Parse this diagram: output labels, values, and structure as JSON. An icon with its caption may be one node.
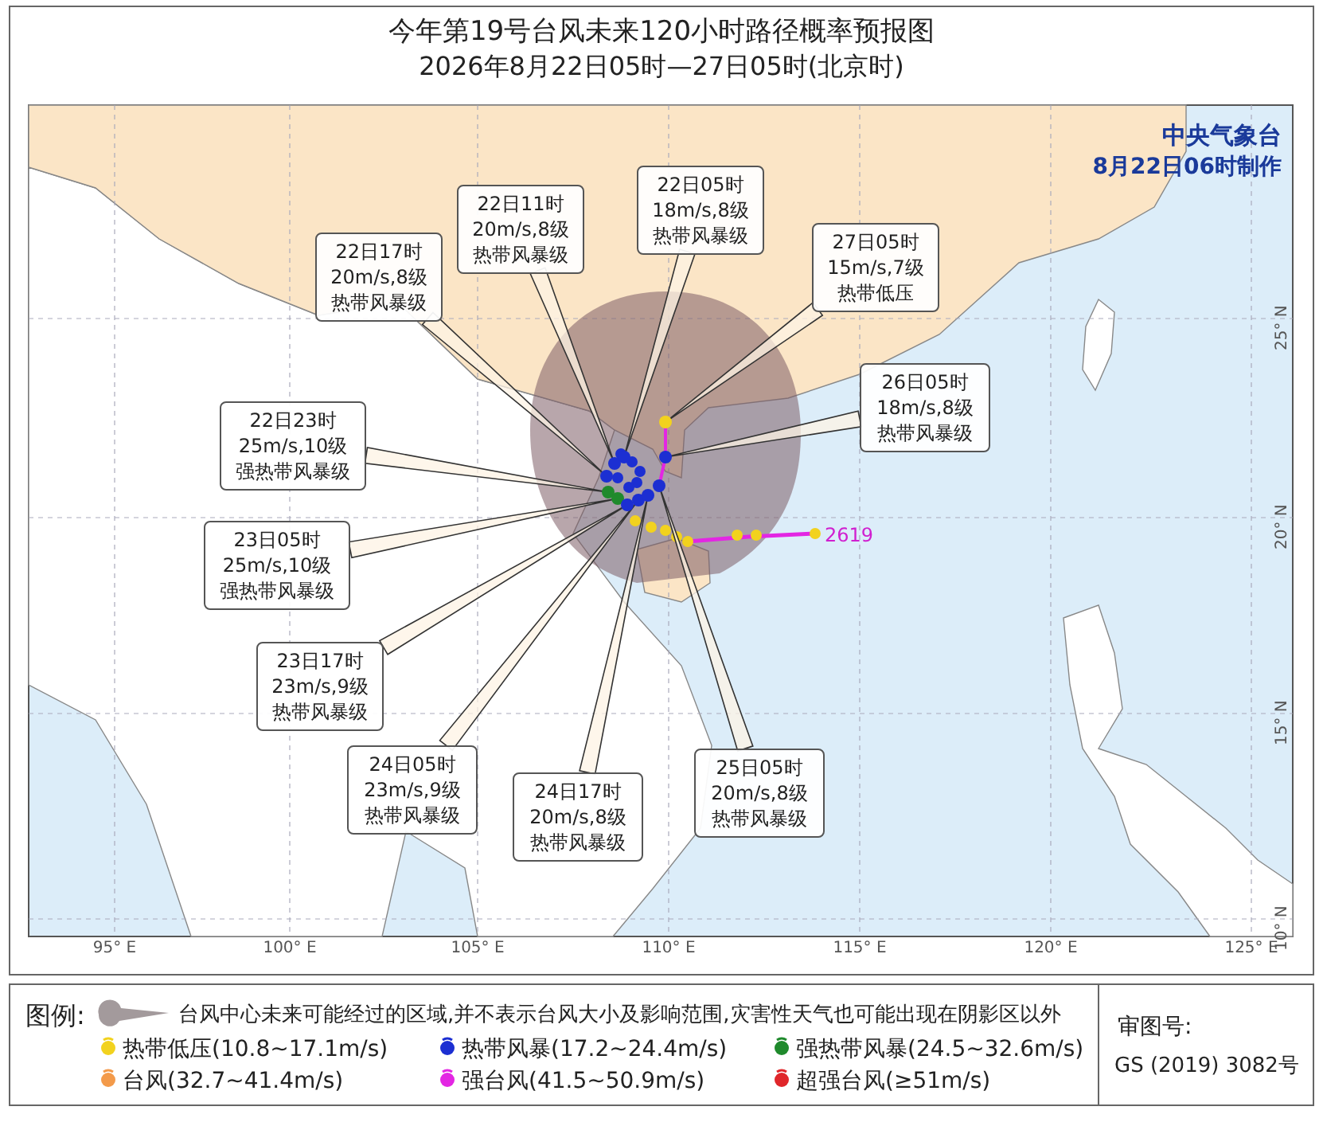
{
  "diagram": {
    "title": "今年第19号台风未来120小时路径概率预报图",
    "nodes": [
      {
        "text": [
          "22日05时",
          "18m/s,8级",
          "热带风暴级"
        ]
      },
      {
        "text": [
          "22日11时",
          "20m/s,8级",
          "热带风暴级"
        ]
      },
      {
        "text": [
          "22日17时",
          "20m/s,8级",
          "热带风暴级"
        ]
      },
      {
        "text": [
          "22日23时",
          "25m/s,10级",
          "强热带风暴级"
        ]
      },
      {
        "text": [
          "23日05时",
          "25m/s,10级",
          "强热带风暴级"
        ]
      },
      {
        "text": [
          "23日17时",
          "23m/s,9级",
          "热带风暴级"
        ]
      },
      {
        "text": [
          "24日05时",
          "23m/s,9级",
          "热带风暴级"
        ]
      },
      {
        "text": [
          "24日17时",
          "20m/s,8级",
          "热带风暴级"
        ]
      },
      {
        "text": [
          "25日05时",
          "20m/s,8级",
          "热带风暴级"
        ]
      },
      {
        "text": [
          "26日05时",
          "18m/s,8级",
          "热带风暴级"
        ]
      },
      {
        "text": [
          "27日05时",
          "15m/s,7级",
          "热带低压"
        ]
      },
      {
        "text": [],
        "shape": "circle"
      },
      {
        "text": [],
        "shape": "circle"
      },
      {
        "text": [],
        "shape": "circle"
      },
      {
        "text": [],
        "shape": "circle"
      },
      {
        "text": [],
        "shape": "circle"
      },
      {
        "text": [],
        "shape": "circle"
      },
      {
        "text": [],
        "shape": "circle"
      },
      {
        "text": [],
        "shape": "circle"
      },
      {
        "text": [],
        "shape": "circle"
      },
      {
        "text": [],
        "shape": "circle"
      },
      {
        "text": [],
        "shape": "circle"
      }
    ],
    "edges": [
      {
        "from": 0,
        "to": 11,
        "arrow": "none"
      },
      {
        "from": 1,
        "to": 12,
        "arrow": "none"
      },
      {
        "from": 2,
        "to": 13,
        "arrow": "none"
      },
      {
        "from": 3,
        "to": 14,
        "arrow": "none"
      },
      {
        "from": 4,
        "to": 15,
        "arrow": "none"
      },
      {
        "from": 5,
        "to": 16,
        "arrow": "none"
      },
      {
        "from": 6,
        "to": 17,
        "arrow": "none"
      },
      {
        "from": 7,
        "to": 18,
        "arrow": "none"
      },
      {
        "from": 8,
        "to": 19,
        "arrow": "none"
      },
      {
        "from": 9,
        "to": 20,
        "arrow": "none"
      },
      {
        "from": 10,
        "to": 21,
        "arrow": "none"
      },
      {
        "from": 19,
        "to": 20,
        "arrow": "none",
        "color": "#e326e3"
      },
      {
        "from": 20,
        "to": 21,
        "arrow": "none",
        "color": "#e326e3"
      }
    ],
    "labels": [
      "2026年8月22日05时—27日05时(北京时)",
      "中央气象台",
      "8月22日06时制作",
      "2619",
      "25° N",
      "20° N",
      "15° N",
      "10° N",
      "95° E",
      "100° E",
      "105° E",
      "110° E",
      "115° E",
      "120° E",
      "125° E",
      "图例:",
      "审图号:",
      "GS (2019) 3082号"
    ],
    "legend": [
      {
        "text": "台风中心未来可能经过的区域,并不表示台风大小及影响范围,灾害性天气也可能出现在阴影区以外"
      },
      {
        "text": "热带低压(10.8~17.1m/s)",
        "color": "#f2d21e"
      },
      {
        "text": "热带风暴(17.2~24.4m/s)",
        "color": "#1c2fd2"
      },
      {
        "text": "强热带风暴(24.5~32.6m/s)",
        "color": "#1f8a2c"
      },
      {
        "text": "台风(32.7~41.4m/s)",
        "color": "#f39a4a"
      },
      {
        "text": "强台风(41.5~50.9m/s)",
        "color": "#e326e3"
      },
      {
        "text": "超强台风(≥51m/s)",
        "color": "#e0262a"
      }
    ]
  }
}
